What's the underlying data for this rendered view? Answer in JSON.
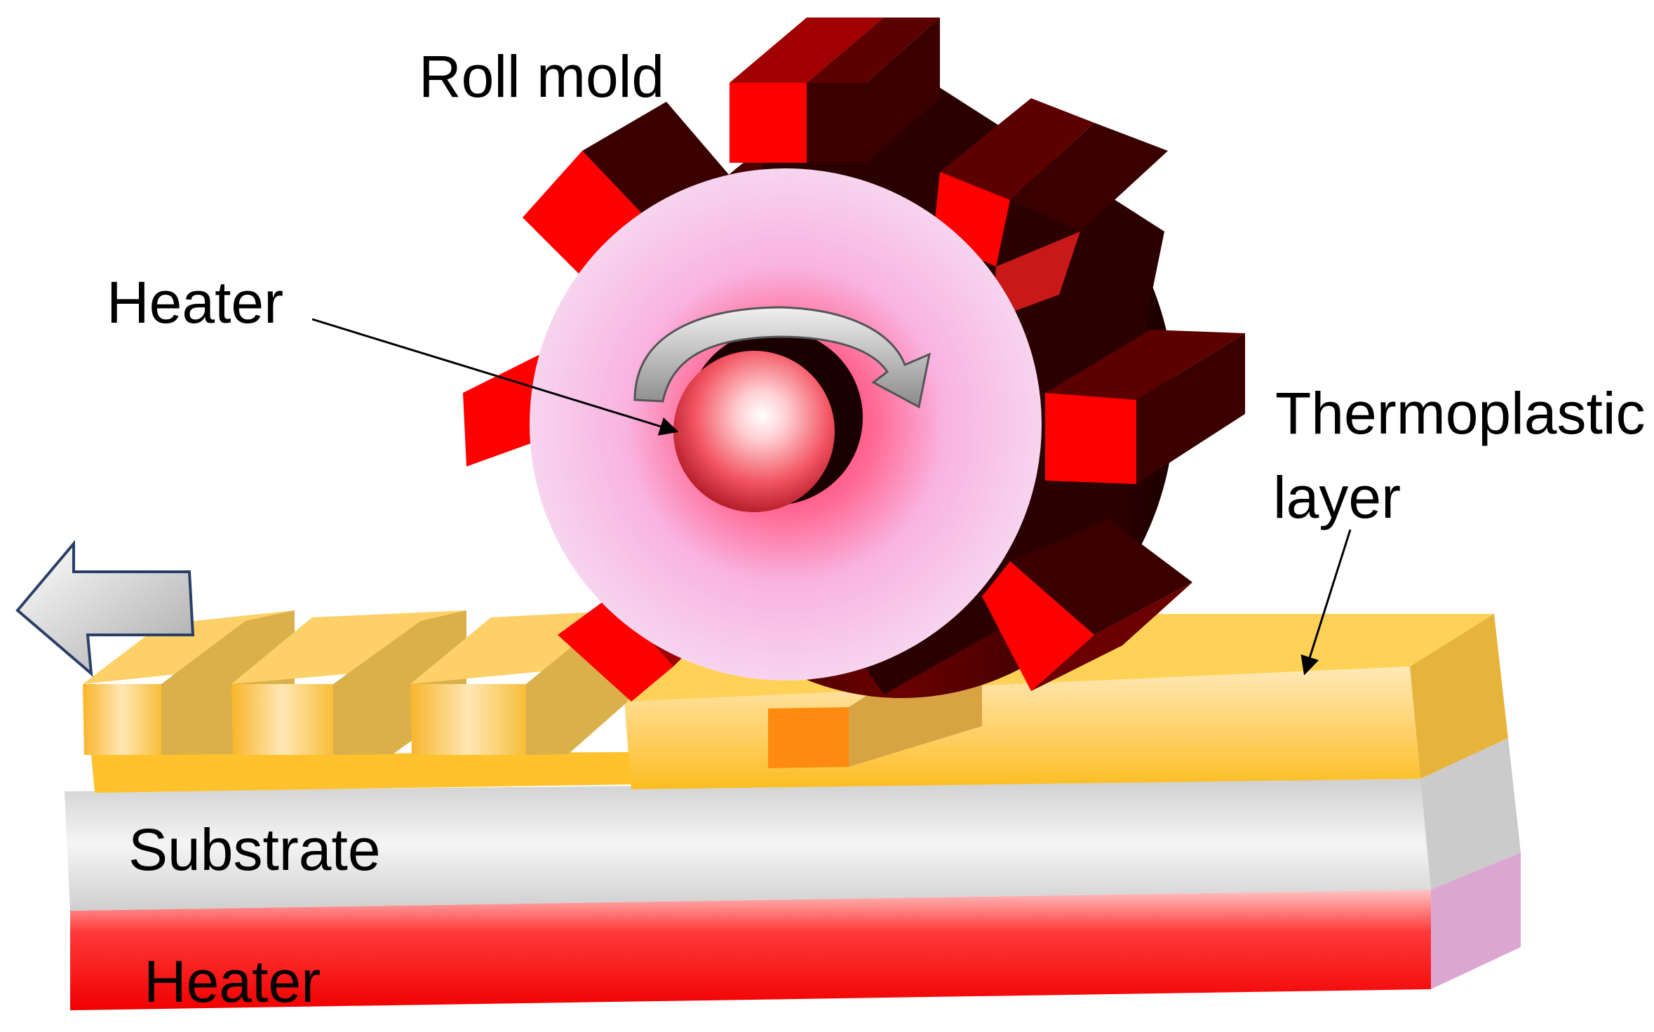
{
  "labels": {
    "roll_mold": "Roll mold",
    "heater_center": "Heater",
    "thermoplastic_line1": "Thermoplastic",
    "thermoplastic_line2": "layer",
    "substrate": "Substrate",
    "heater_bottom": "Heater"
  },
  "colors": {
    "mold_red": "#ff0000",
    "mold_dark": "#3a0000",
    "roller_pink": "#f7c8ec",
    "core_red": "#e8505a",
    "thermoplastic": "#fcc634",
    "substrate": "#d8d8d8",
    "heater": "#ff1010",
    "arrow_gray": "#b8b8b8"
  },
  "icons": {
    "rotation": "curved-arrow-icon",
    "direction": "left-arrow-icon"
  }
}
